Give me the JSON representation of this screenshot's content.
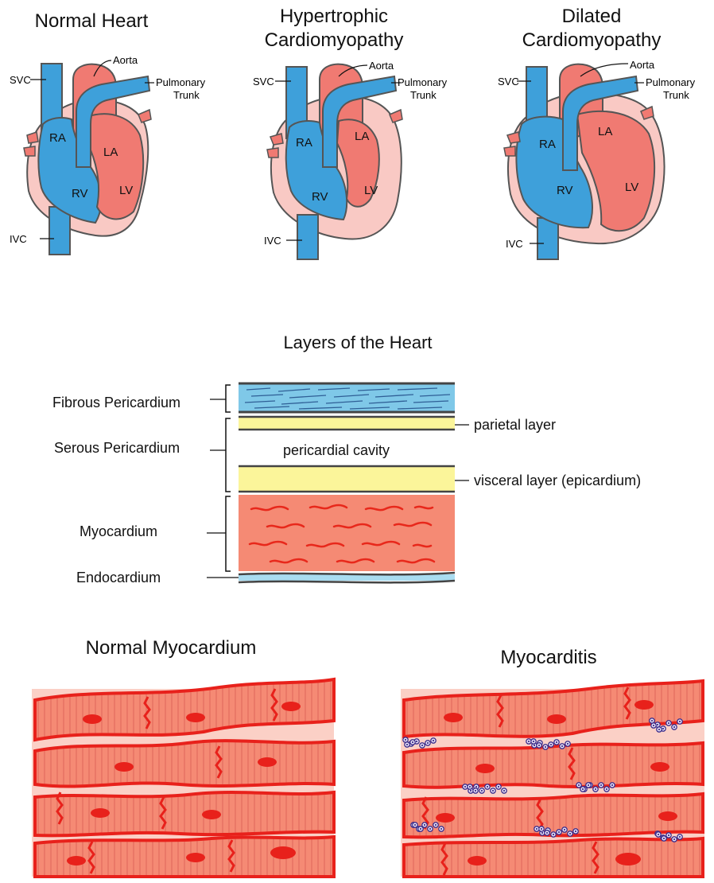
{
  "hearts": {
    "panels": [
      {
        "title": "Normal Heart",
        "aorta": "Aorta",
        "svc": "SVC",
        "pulm": "Pulmonary\nTrunk",
        "ra": "RA",
        "la": "LA",
        "rv": "RV",
        "lv": "LV",
        "ivc": "IVC"
      },
      {
        "title": "Hypertrophic\nCardiomyopathy",
        "aorta": "Aorta",
        "svc": "SVC",
        "pulm": "Pulmonary\nTrunk",
        "ra": "RA",
        "la": "LA",
        "rv": "RV",
        "lv": "LV",
        "ivc": "IVC"
      },
      {
        "title": "Dilated\nCardiomyopathy",
        "aorta": "Aorta",
        "svc": "SVC",
        "pulm": "Pulmonary\nTrunk",
        "ra": "RA",
        "la": "LA",
        "rv": "RV",
        "lv": "LV",
        "ivc": "IVC"
      }
    ]
  },
  "layers": {
    "title": "Layers of the Heart",
    "fibrous": "Fibrous Pericardium",
    "serous": "Serous Pericardium",
    "myocardium": "Myocardium",
    "endocardium": "Endocardium",
    "parietal": "parietal layer",
    "cavity": "pericardial cavity",
    "visceral": "visceral layer (epicardium)"
  },
  "tissue": {
    "normal_title": "Normal Myocardium",
    "myocarditis_title": "Myocarditis"
  },
  "colors": {
    "blue": "#3ea0da",
    "red_chamber": "#f07a72",
    "wall": "#f9c9c4",
    "outline": "#555555",
    "yellow": "#fbf59a",
    "myo": "#f58a74",
    "fiber_red": "#e8211b",
    "cell_purple": "#3c2e8c"
  }
}
